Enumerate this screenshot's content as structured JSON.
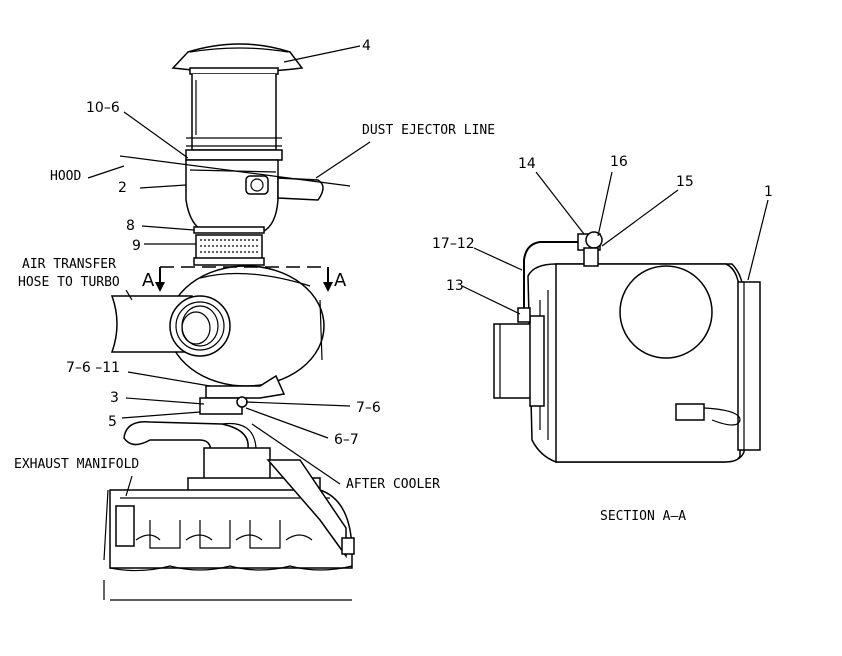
{
  "labels": {
    "part_4": "4",
    "part_10_6": "10–6",
    "dust_ejector_line": "DUST EJECTOR LINE",
    "hood": "HOOD",
    "part_2": "2",
    "part_8": "8",
    "part_9": "9",
    "air_transfer_hose_l1": "AIR TRANSFER",
    "air_transfer_hose_l2": "HOSE TO TURBO",
    "section_a_left": "A",
    "section_a_right": "A",
    "part_7_6_11": "7–6 –11",
    "part_3": "3",
    "part_7_6": "7–6",
    "part_5": "5",
    "part_6_7": "6–7",
    "exhaust_manifold": "EXHAUST MANIFOLD",
    "after_cooler": "AFTER COOLER",
    "part_14": "14",
    "part_16": "16",
    "part_15": "15",
    "part_1": "1",
    "part_17_12": "17–12",
    "part_13": "13",
    "section_title": "SECTION  A–A"
  }
}
